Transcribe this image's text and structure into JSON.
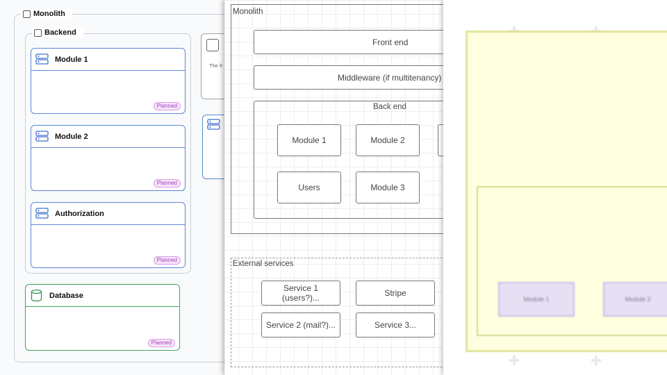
{
  "panel1": {
    "monolith_label": "Monolith",
    "backend_label": "Backend",
    "cards": [
      {
        "title": "Module 1",
        "badge": "Planned"
      },
      {
        "title": "Module 2",
        "badge": "Planned"
      },
      {
        "title": "Authorization",
        "badge": "Planned"
      }
    ],
    "database": {
      "title": "Database",
      "badge": "Planned"
    },
    "stub_text": "The fr"
  },
  "panel2": {
    "monolith_label": "Monolith",
    "front_end": "Front end",
    "middleware": "Middleware (if multitenancy)",
    "back_end": "Back end",
    "modules": [
      "Module 1",
      "Module 2",
      "Users",
      "Module 3"
    ],
    "external_label": "External services",
    "services": [
      "Service 1 (users?)...",
      "Stripe",
      "Service 2 (mail?)...",
      "Service 3..."
    ]
  },
  "panel3": {
    "modules": [
      "Module 1",
      "Module 2"
    ]
  },
  "colors": {
    "blue_border": "#5b85d9",
    "green_border": "#3aa35f",
    "badge_text": "#a040b8",
    "yellow_fill": "#ffffe0"
  }
}
